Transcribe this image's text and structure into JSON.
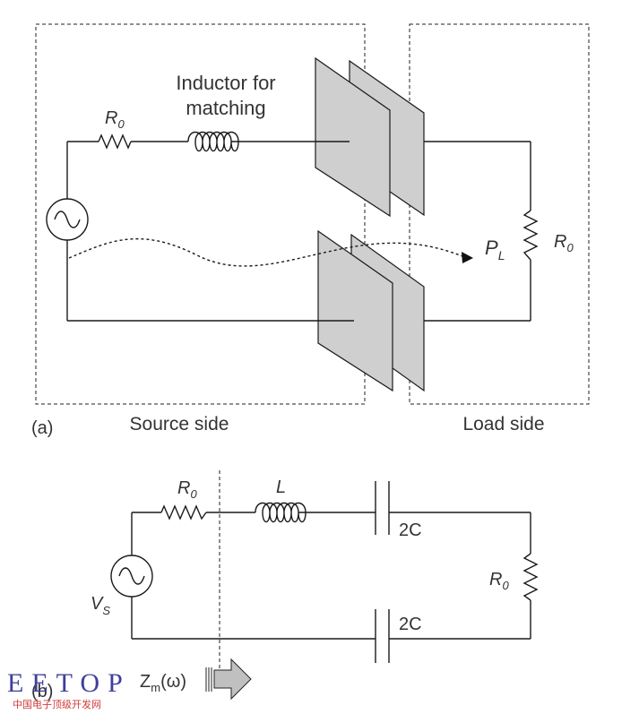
{
  "panel_a": {
    "tag": "(a)",
    "source_side": "Source side",
    "load_side": "Load side",
    "inductor_label_line1": "Inductor for",
    "inductor_label_line2": "matching",
    "r_source": "R",
    "r_source_sub": "0",
    "r_load": "R",
    "r_load_sub": "0",
    "power": "P",
    "power_sub": "L"
  },
  "panel_b": {
    "tag": "(b)",
    "r_source": "R",
    "r_source_sub": "0",
    "inductor": "L",
    "cap_top": "2C",
    "cap_bottom": "2C",
    "r_load": "R",
    "r_load_sub": "0",
    "vs": "V",
    "vs_sub": "S",
    "zm_main": "Z",
    "zm_sub": "m",
    "zm_arg": "(ω)"
  },
  "watermark": {
    "text": "EETOP",
    "sub": "中国电子顶级开发网"
  },
  "colors": {
    "plate_fill": "#cfcfcf",
    "arrow_fill": "#c0c0c0",
    "watermark_blue": "#3f3f9c",
    "watermark_red": "#d23a3a"
  }
}
